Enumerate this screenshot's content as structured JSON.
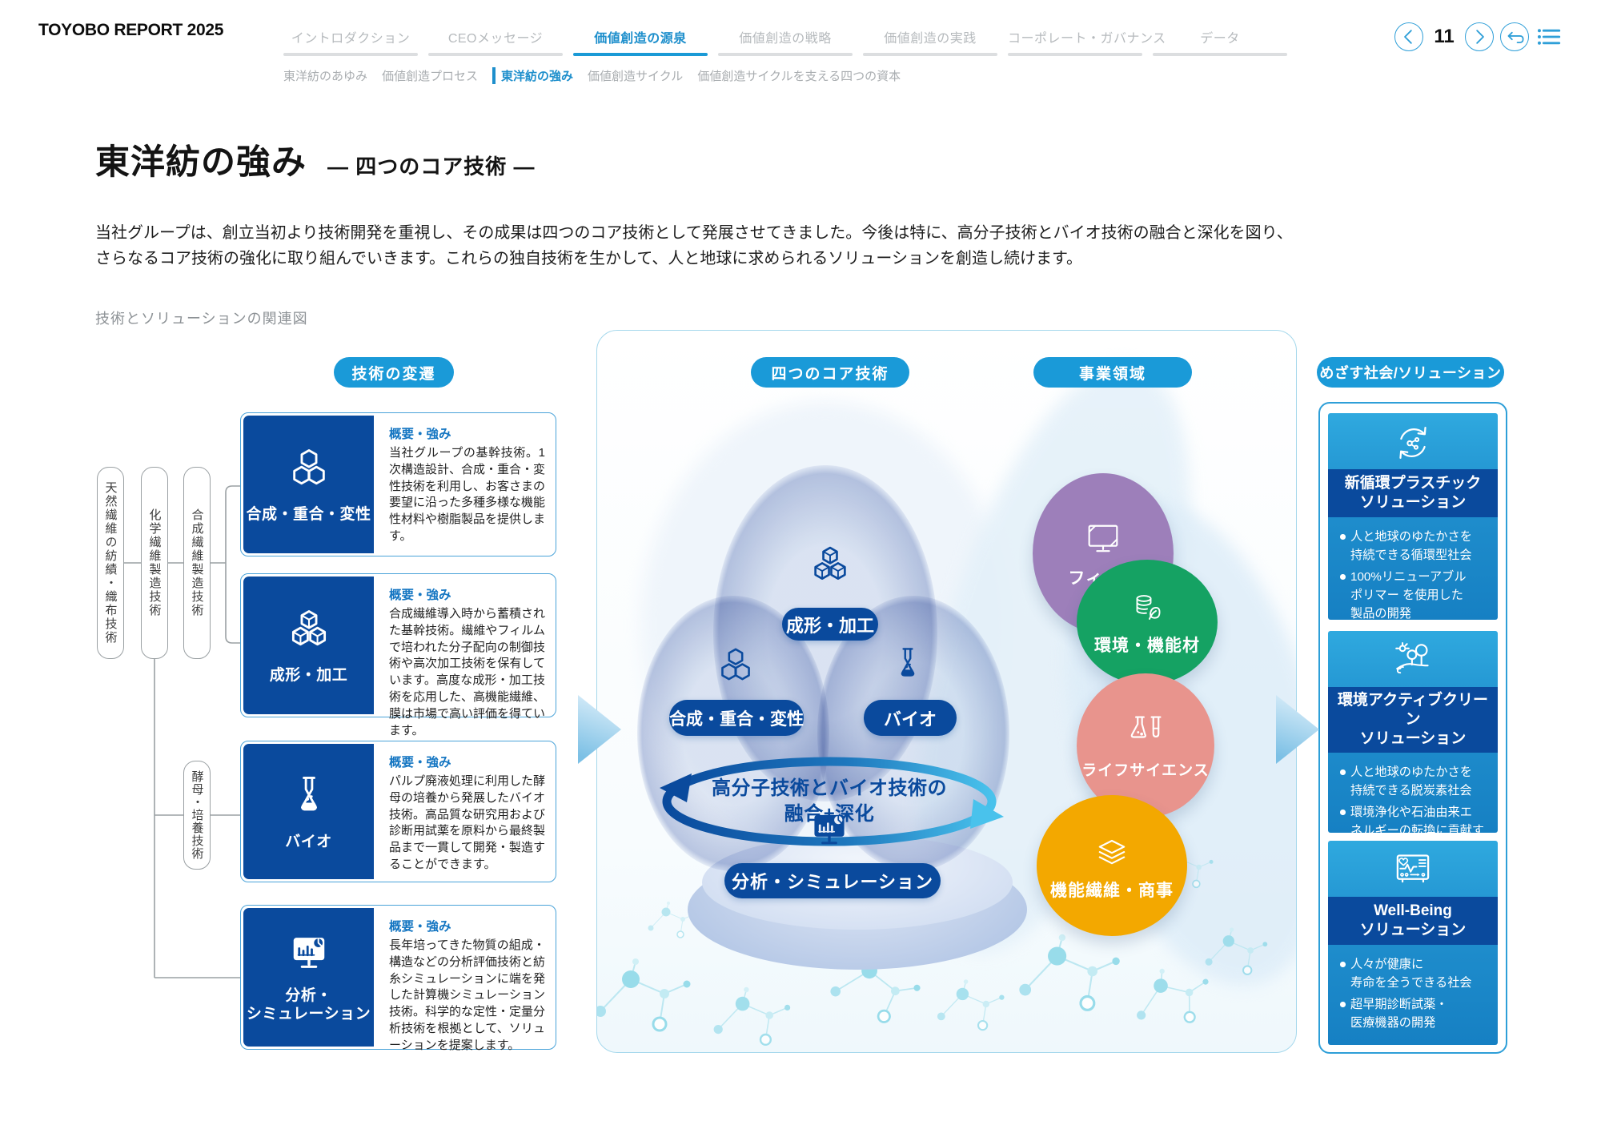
{
  "colors": {
    "accent_blue": "#1a9ad8",
    "navy": "#0a4a9d",
    "nav_active": "#1e8fcc",
    "film_purple": "#9d7fba",
    "eco_green": "#15a263",
    "life_pink": "#e8948d",
    "fiber_orange": "#f3a800"
  },
  "header": {
    "logo": "TOYOBO REPORT 2025",
    "tabs": [
      {
        "label": "イントロダクション",
        "active": false
      },
      {
        "label": "CEOメッセージ",
        "active": false
      },
      {
        "label": "価値創造の源泉",
        "active": true
      },
      {
        "label": "価値創造の戦略",
        "active": false
      },
      {
        "label": "価値創造の実践",
        "active": false
      },
      {
        "label": "コーポレート・ガバナンス",
        "active": false
      },
      {
        "label": "データ",
        "active": false
      }
    ],
    "subtabs": [
      {
        "label": "東洋紡のあゆみ",
        "active": false
      },
      {
        "label": "価値創造プロセス",
        "active": false
      },
      {
        "label": "東洋紡の強み",
        "active": true
      },
      {
        "label": "価値創造サイクル",
        "active": false
      },
      {
        "label": "価値創造サイクルを支える四つの資本",
        "active": false
      }
    ],
    "pager": {
      "page": "11",
      "prev_icon": "chevron-left-icon",
      "next_icon": "chevron-right-icon",
      "return_icon": "return-icon",
      "toc_icon": "toc-icon"
    }
  },
  "page": {
    "title": "東洋紡の強み",
    "subtitle": "— 四つのコア技術 —",
    "intro": "当社グループは、創立当初より技術開発を重視し、その成果は四つのコア技術として発展させてきました。今後は特に、高分子技術とバイオ技術の融合と深化を図り、\nさらなるコア技術の強化に取り組んでいきます。これらの独自技術を生かして、人と地球に求められるソリューションを創造し続けます。",
    "figure_caption": "技術とソリューションの関連図"
  },
  "diagram": {
    "badges": {
      "evolution": "技術の変遷",
      "core": "四つのコア技術",
      "business": "事業領域",
      "solution": "めざす社会/ソリューション"
    },
    "origin_boxes": [
      {
        "label": "天然繊維の紡績・織布技術"
      },
      {
        "label": "化学繊維製造技術"
      },
      {
        "label": "合成繊維製造技術"
      },
      {
        "label": "酵母・培養技術"
      }
    ],
    "overview_label": "概要・強み",
    "tech_cards": [
      {
        "name": "合成・重合・変性",
        "tile_label": "合成・重合・変性",
        "icon": "molecule-icon",
        "description": "当社グループの基幹技術。1次構造設計、合成・重合・変性技術を利用し、お客さまの要望に沿った多種多様な機能性材料や樹脂製品を提供します。"
      },
      {
        "name": "成形・加工",
        "tile_label": "成形・加工",
        "icon": "cubes-icon",
        "description": "合成繊維導入時から蓄積された基幹技術。繊維やフィルムで培われた分子配向の制御技術や高次加工技術を保有しています。高度な成形・加工技術を応用した、高機能繊維、膜は市場で高い評価を得ています。"
      },
      {
        "name": "バイオ",
        "tile_label": "バイオ",
        "icon": "flask-icon",
        "description": "パルプ廃液処理に利用した酵母の培養から発展したバイオ技術。高品質な研究用および診断用試薬を原料から最終製品まで一貫して開発・製造することができます。"
      },
      {
        "name": "分析・シミュレーション",
        "tile_label": "分析・\nシミュレーション",
        "icon": "monitor-chart-icon",
        "description": "長年培ってきた物質の組成・構造などの分析評価技術と紡糸シミュレーションに端を発した計算機シミュレーション技術。科学的な定性・定量分析技術を根拠として、ソリューションを提案します。"
      }
    ],
    "venn": {
      "nodes": [
        {
          "label": "成形・加工",
          "icon": "cubes-icon"
        },
        {
          "label": "合成・重合・変性",
          "icon": "molecule-icon"
        },
        {
          "label": "バイオ",
          "icon": "flask-icon"
        },
        {
          "label": "分析・シミュレーション",
          "icon": "monitor-chart-icon"
        }
      ],
      "fusion_text": "高分子技術とバイオ技術の\n融合+深化"
    },
    "business_circles": [
      {
        "label": "フィルム",
        "icon": "film-icon",
        "color": "#9d7fba"
      },
      {
        "label": "環境・機能材",
        "icon": "eco-materials-icon",
        "color": "#15a263"
      },
      {
        "label": "ライフサイエンス",
        "icon": "lifescience-icon",
        "color": "#e8948d"
      },
      {
        "label": "機能繊維・商事",
        "icon": "layers-icon",
        "color": "#f3a800"
      }
    ],
    "solution_cards": [
      {
        "title": "新循環プラスチック\nソリューション",
        "icon": "recycle-molecule-icon",
        "bullets": [
          "人と地球のゆたかさを\n持続できる循環型社会",
          "100%リニューアブル\nポリマー を使用した\n製品の開発"
        ]
      },
      {
        "title": "環境アクティブクリーン\nソリューション",
        "icon": "trees-sun-icon",
        "bullets": [
          "人と地球のゆたかさを\n持続できる脱炭素社会",
          "環境浄化や石油由来エ\nネルギーの転換に貢献す\nる製品および装置の開発"
        ]
      },
      {
        "title": "Well-Being\nソリューション",
        "icon": "medical-monitor-icon",
        "bullets": [
          "人々が健康に\n寿命を全うできる社会",
          "超早期診断試薬・\n医療機器の開発"
        ]
      }
    ]
  }
}
